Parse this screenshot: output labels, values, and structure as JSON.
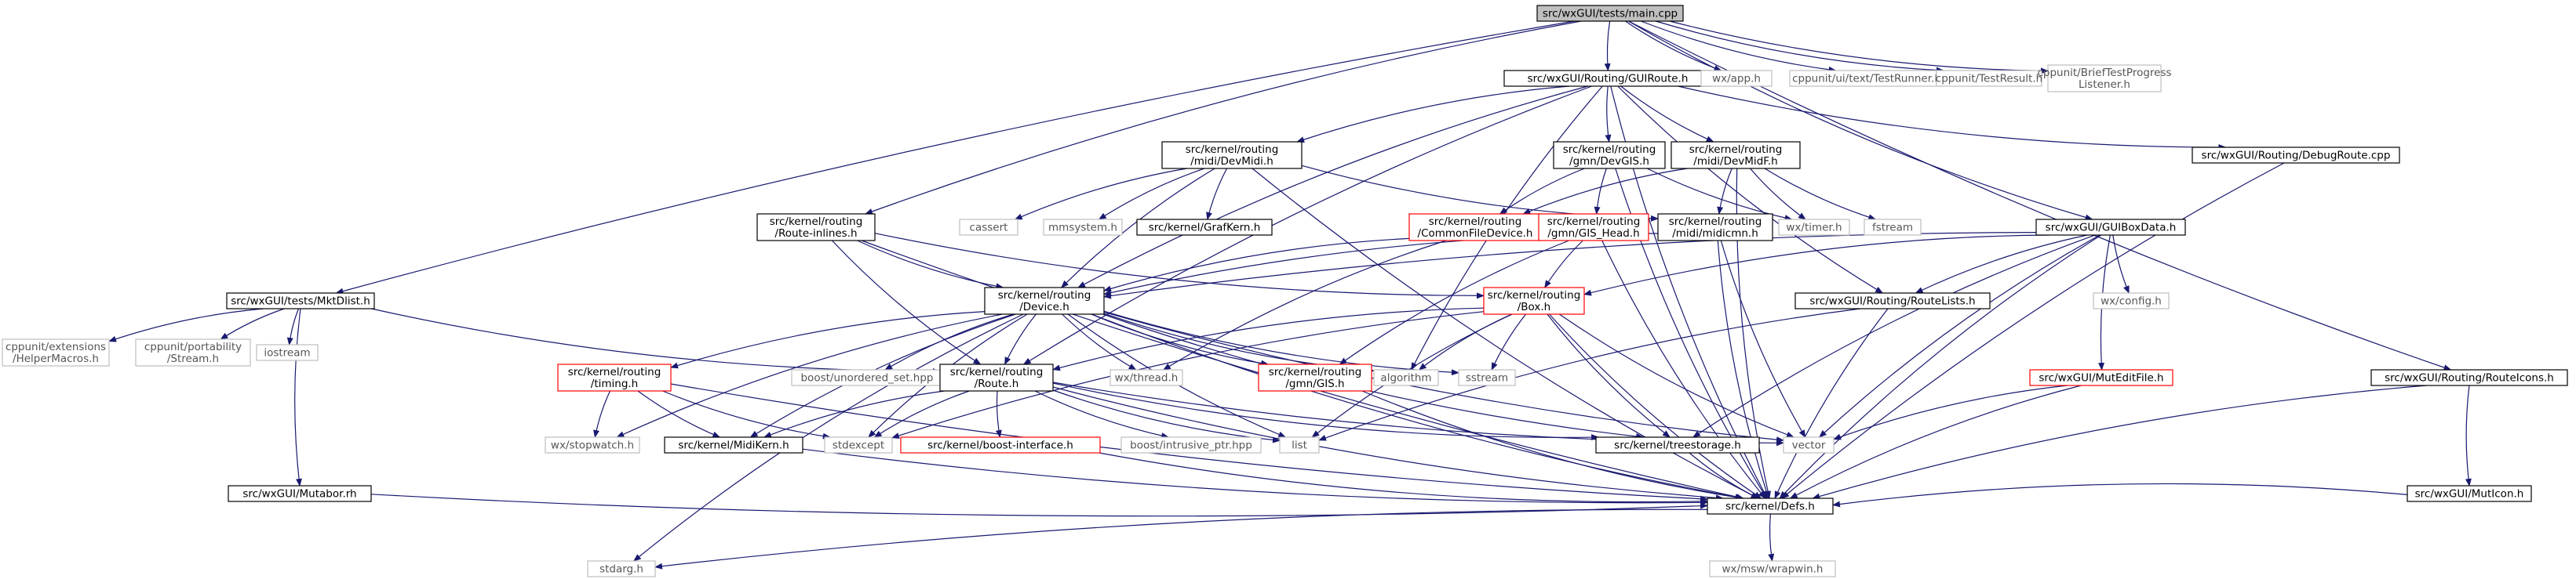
{
  "title": "",
  "colors": {
    "edge": "#191970",
    "root_fill": "#bfbfbf",
    "normal_border": "#000000",
    "truncated_border": "#ff0000",
    "external_border": "#bfbfbf",
    "node_fill": "#ffffff"
  },
  "nodes": [
    {
      "id": "main",
      "lines": [
        "src/wxGUI/tests/main.cpp"
      ],
      "kind": "root"
    },
    {
      "id": "guiroute",
      "lines": [
        "src/wxGUI/Routing/GUIRoute.h"
      ],
      "kind": "normal"
    },
    {
      "id": "wxapp",
      "lines": [
        "wx/app.h"
      ],
      "kind": "external"
    },
    {
      "id": "testrunner",
      "lines": [
        "cppunit/ui/text/TestRunner.h"
      ],
      "kind": "external"
    },
    {
      "id": "testresult",
      "lines": [
        "cppunit/TestResult.h"
      ],
      "kind": "external"
    },
    {
      "id": "brieftest",
      "lines": [
        "cppunit/BriefTestProgress",
        "Listener.h"
      ],
      "kind": "external"
    },
    {
      "id": "devmidi",
      "lines": [
        "src/kernel/routing",
        "/midi/DevMidi.h"
      ],
      "kind": "normal"
    },
    {
      "id": "devgis",
      "lines": [
        "src/kernel/routing",
        "/gmn/DevGIS.h"
      ],
      "kind": "normal"
    },
    {
      "id": "devmidf",
      "lines": [
        "src/kernel/routing",
        "/midi/DevMidF.h"
      ],
      "kind": "normal"
    },
    {
      "id": "debugroute",
      "lines": [
        "src/wxGUI/Routing/DebugRoute.cpp"
      ],
      "kind": "normal"
    },
    {
      "id": "routeinlines",
      "lines": [
        "src/kernel/routing",
        "/Route-inlines.h"
      ],
      "kind": "normal"
    },
    {
      "id": "cassert",
      "lines": [
        "cassert"
      ],
      "kind": "external"
    },
    {
      "id": "mmsystem",
      "lines": [
        "mmsystem.h"
      ],
      "kind": "external"
    },
    {
      "id": "grafkern",
      "lines": [
        "src/kernel/GrafKern.h"
      ],
      "kind": "normal"
    },
    {
      "id": "commonfile",
      "lines": [
        "src/kernel/routing",
        "/CommonFileDevice.h"
      ],
      "kind": "truncated"
    },
    {
      "id": "gishead",
      "lines": [
        "src/kernel/routing",
        "/gmn/GIS_Head.h"
      ],
      "kind": "truncated"
    },
    {
      "id": "midicmn",
      "lines": [
        "src/kernel/routing",
        "/midi/midicmn.h"
      ],
      "kind": "normal"
    },
    {
      "id": "wxtimer",
      "lines": [
        "wx/timer.h"
      ],
      "kind": "external"
    },
    {
      "id": "fstream",
      "lines": [
        "fstream"
      ],
      "kind": "external"
    },
    {
      "id": "guiboxdata",
      "lines": [
        "src/wxGUI/GUIBoxData.h"
      ],
      "kind": "normal"
    },
    {
      "id": "mktdlist",
      "lines": [
        "src/wxGUI/tests/MktDlist.h"
      ],
      "kind": "normal"
    },
    {
      "id": "device",
      "lines": [
        "src/kernel/routing",
        "/Device.h"
      ],
      "kind": "normal"
    },
    {
      "id": "box",
      "lines": [
        "src/kernel/routing",
        "/Box.h"
      ],
      "kind": "truncated"
    },
    {
      "id": "routelists",
      "lines": [
        "src/wxGUI/Routing/RouteLists.h"
      ],
      "kind": "normal"
    },
    {
      "id": "wxconfig",
      "lines": [
        "wx/config.h"
      ],
      "kind": "external"
    },
    {
      "id": "helpermacros",
      "lines": [
        "cppunit/extensions",
        "/HelperMacros.h"
      ],
      "kind": "external"
    },
    {
      "id": "portstream",
      "lines": [
        "cppunit/portability",
        "/Stream.h"
      ],
      "kind": "external"
    },
    {
      "id": "iostream",
      "lines": [
        "iostream"
      ],
      "kind": "external"
    },
    {
      "id": "timing",
      "lines": [
        "src/kernel/routing",
        "/timing.h"
      ],
      "kind": "truncated"
    },
    {
      "id": "unordered",
      "lines": [
        "boost/unordered_set.hpp"
      ],
      "kind": "external"
    },
    {
      "id": "wxthread",
      "lines": [
        "wx/thread.h"
      ],
      "kind": "external"
    },
    {
      "id": "gmngis",
      "lines": [
        "src/kernel/routing",
        "/gmn/GIS.h"
      ],
      "kind": "truncated"
    },
    {
      "id": "algorithm",
      "lines": [
        "algorithm"
      ],
      "kind": "external"
    },
    {
      "id": "sstream",
      "lines": [
        "sstream"
      ],
      "kind": "external"
    },
    {
      "id": "route",
      "lines": [
        "src/kernel/routing",
        "/Route.h"
      ],
      "kind": "normal"
    },
    {
      "id": "mutedit",
      "lines": [
        "src/wxGUI/MutEditFile.h"
      ],
      "kind": "truncated"
    },
    {
      "id": "routeicons",
      "lines": [
        "src/wxGUI/Routing/RouteIcons.h"
      ],
      "kind": "normal"
    },
    {
      "id": "wxstopwatch",
      "lines": [
        "wx/stopwatch.h"
      ],
      "kind": "external"
    },
    {
      "id": "midikern",
      "lines": [
        "src/kernel/MidiKern.h"
      ],
      "kind": "normal"
    },
    {
      "id": "stdexcept",
      "lines": [
        "stdexcept"
      ],
      "kind": "external"
    },
    {
      "id": "boostiface",
      "lines": [
        "src/kernel/boost-interface.h"
      ],
      "kind": "truncated"
    },
    {
      "id": "intrusive",
      "lines": [
        "boost/intrusive_ptr.hpp"
      ],
      "kind": "external"
    },
    {
      "id": "list",
      "lines": [
        "list"
      ],
      "kind": "external"
    },
    {
      "id": "treestorage",
      "lines": [
        "src/kernel/treestorage.h"
      ],
      "kind": "normal"
    },
    {
      "id": "vector",
      "lines": [
        "vector"
      ],
      "kind": "external"
    },
    {
      "id": "mutabor",
      "lines": [
        "src/wxGUI/Mutabor.rh"
      ],
      "kind": "normal"
    },
    {
      "id": "muticon",
      "lines": [
        "src/wxGUI/MutIcon.h"
      ],
      "kind": "normal"
    },
    {
      "id": "defs",
      "lines": [
        "src/kernel/Defs.h"
      ],
      "kind": "normal"
    },
    {
      "id": "stdarg",
      "lines": [
        "stdarg.h"
      ],
      "kind": "external"
    },
    {
      "id": "wrapwin",
      "lines": [
        "wx/msw/wrapwin.h"
      ],
      "kind": "external"
    }
  ],
  "edges": [
    [
      "main",
      "guiroute"
    ],
    [
      "main",
      "wxapp"
    ],
    [
      "main",
      "testrunner"
    ],
    [
      "main",
      "testresult"
    ],
    [
      "main",
      "brieftest"
    ],
    [
      "main",
      "mktdlist"
    ],
    [
      "main",
      "routeicons"
    ],
    [
      "main",
      "guiboxdata"
    ],
    [
      "main",
      "routeinlines"
    ],
    [
      "guiroute",
      "devmidi"
    ],
    [
      "guiroute",
      "devgis"
    ],
    [
      "guiroute",
      "devmidf"
    ],
    [
      "guiroute",
      "debugroute"
    ],
    [
      "guiroute",
      "device"
    ],
    [
      "guiroute",
      "route"
    ],
    [
      "guiroute",
      "routelists"
    ],
    [
      "guiroute",
      "algorithm"
    ],
    [
      "guiroute",
      "defs"
    ],
    [
      "devmidi",
      "cassert"
    ],
    [
      "devmidi",
      "mmsystem"
    ],
    [
      "devmidi",
      "grafkern"
    ],
    [
      "devmidi",
      "device"
    ],
    [
      "devmidi",
      "midicmn"
    ],
    [
      "devmidi",
      "defs"
    ],
    [
      "devgis",
      "commonfile"
    ],
    [
      "devgis",
      "gishead"
    ],
    [
      "devgis",
      "wxtimer"
    ],
    [
      "devgis",
      "defs"
    ],
    [
      "devmidf",
      "commonfile"
    ],
    [
      "devmidf",
      "midicmn"
    ],
    [
      "devmidf",
      "wxtimer"
    ],
    [
      "devmidf",
      "fstream"
    ],
    [
      "devmidf",
      "defs"
    ],
    [
      "debugroute",
      "defs"
    ],
    [
      "routeinlines",
      "device"
    ],
    [
      "routeinlines",
      "route"
    ],
    [
      "routeinlines",
      "box"
    ],
    [
      "routeinlines",
      "defs"
    ],
    [
      "commonfile",
      "device"
    ],
    [
      "commonfile",
      "wxthread"
    ],
    [
      "gishead",
      "box"
    ],
    [
      "gishead",
      "gmngis"
    ],
    [
      "gishead",
      "defs"
    ],
    [
      "midicmn",
      "device"
    ],
    [
      "midicmn",
      "vector"
    ],
    [
      "midicmn",
      "defs"
    ],
    [
      "guiboxdata",
      "box"
    ],
    [
      "guiboxdata",
      "device"
    ],
    [
      "guiboxdata",
      "routelists"
    ],
    [
      "guiboxdata",
      "wxconfig"
    ],
    [
      "guiboxdata",
      "mutedit"
    ],
    [
      "guiboxdata",
      "vector"
    ],
    [
      "guiboxdata",
      "treestorage"
    ],
    [
      "guiboxdata",
      "defs"
    ],
    [
      "mktdlist",
      "helpermacros"
    ],
    [
      "mktdlist",
      "portstream"
    ],
    [
      "mktdlist",
      "iostream"
    ],
    [
      "mktdlist",
      "mutabor"
    ],
    [
      "mktdlist",
      "route"
    ],
    [
      "device",
      "timing"
    ],
    [
      "device",
      "unordered"
    ],
    [
      "device",
      "wxthread"
    ],
    [
      "device",
      "gmngis"
    ],
    [
      "device",
      "algorithm"
    ],
    [
      "device",
      "sstream"
    ],
    [
      "device",
      "route"
    ],
    [
      "device",
      "midikern"
    ],
    [
      "device",
      "list"
    ],
    [
      "device",
      "vector"
    ],
    [
      "device",
      "treestorage"
    ],
    [
      "device",
      "wxstopwatch"
    ],
    [
      "device",
      "stdarg"
    ],
    [
      "device",
      "defs"
    ],
    [
      "device",
      "stdexcept"
    ],
    [
      "box",
      "route"
    ],
    [
      "box",
      "algorithm"
    ],
    [
      "box",
      "sstream"
    ],
    [
      "box",
      "list"
    ],
    [
      "box",
      "vector"
    ],
    [
      "box",
      "treestorage"
    ],
    [
      "box",
      "defs"
    ],
    [
      "box",
      "stdexcept"
    ],
    [
      "routelists",
      "list"
    ],
    [
      "routelists",
      "defs"
    ],
    [
      "timing",
      "wxstopwatch"
    ],
    [
      "timing",
      "midikern"
    ],
    [
      "timing",
      "stdexcept"
    ],
    [
      "timing",
      "defs"
    ],
    [
      "gmngis",
      "defs"
    ],
    [
      "route",
      "midikern"
    ],
    [
      "route",
      "stdexcept"
    ],
    [
      "route",
      "boostiface"
    ],
    [
      "route",
      "intrusive"
    ],
    [
      "route",
      "list"
    ],
    [
      "route",
      "treestorage"
    ],
    [
      "route",
      "vector"
    ],
    [
      "route",
      "defs"
    ],
    [
      "mutedit",
      "vector"
    ],
    [
      "mutedit",
      "defs"
    ],
    [
      "routeicons",
      "muticon"
    ],
    [
      "routeicons",
      "defs"
    ],
    [
      "midikern",
      "defs"
    ],
    [
      "boostiface",
      "defs"
    ],
    [
      "treestorage",
      "defs"
    ],
    [
      "mutabor",
      "defs"
    ],
    [
      "muticon",
      "defs"
    ],
    [
      "defs",
      "stdarg"
    ],
    [
      "defs",
      "wrapwin"
    ]
  ]
}
